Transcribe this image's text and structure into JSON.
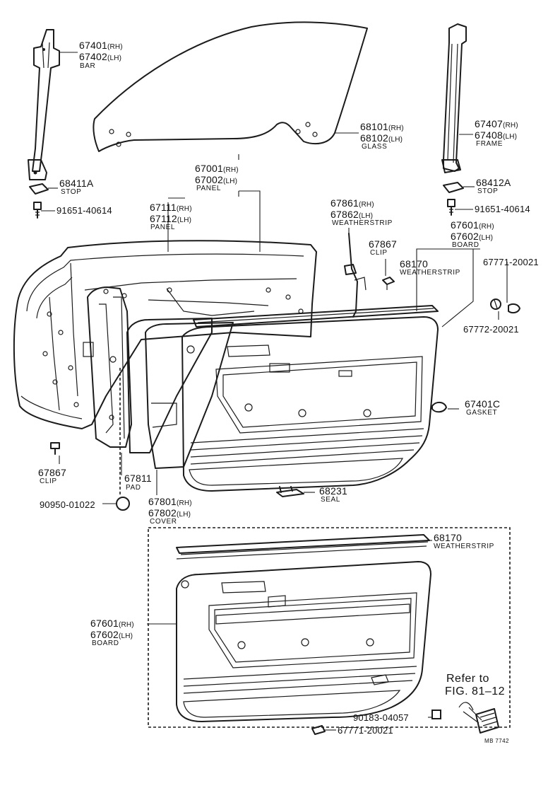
{
  "labels": {
    "bar_rh": "67401",
    "bar_rh_suffix": "(RH)",
    "bar_lh": "67402",
    "bar_lh_suffix": "(LH)",
    "bar_name": "BAR",
    "glass_rh": "68101",
    "glass_rh_suffix": "(RH)",
    "glass_lh": "68102",
    "glass_lh_suffix": "(LH)",
    "glass_name": "GLASS",
    "frame_rh": "67407",
    "frame_rh_suffix": "(RH)",
    "frame_lh": "67408",
    "frame_lh_suffix": "(LH)",
    "frame_name": "FRAME",
    "stop_left": "68411A",
    "stop_left_name": "STOP",
    "stop_right": "68412A",
    "stop_right_name": "STOP",
    "bolt_left": "91651-40614",
    "bolt_right": "91651-40614",
    "panel_outer_rh": "67001",
    "panel_outer_rh_suffix": "(RH)",
    "panel_outer_lh": "67002",
    "panel_outer_lh_suffix": "(LH)",
    "panel_outer_name": "PANEL",
    "panel_inner_rh": "67111",
    "panel_inner_rh_suffix": "(RH)",
    "panel_inner_lh": "67112",
    "panel_inner_lh_suffix": "(LH)",
    "panel_inner_name": "PANEL",
    "ws_rh": "67861",
    "ws_rh_suffix": "(RH)",
    "ws_lh": "67862",
    "ws_lh_suffix": "(LH)",
    "ws_name": "WEATHERSTRIP",
    "clip_top": "67867",
    "clip_top_name": "CLIP",
    "board_rh": "67601",
    "board_rh_suffix": "(RH)",
    "board_lh": "67602",
    "board_lh_suffix": "(LH)",
    "board_name": "BOARD",
    "ws_belt": "68170",
    "ws_belt_name": "WEATHERSTRIP",
    "fastener_a": "67771-20021",
    "fastener_b": "67772-20021",
    "gasket": "67401C",
    "gasket_name": "GASKET",
    "clip_left": "67867",
    "clip_left_name": "CLIP",
    "pad": "67811",
    "pad_name": "PAD",
    "plug": "90950-01022",
    "cover_rh": "67801",
    "cover_rh_suffix": "(RH)",
    "cover_lh": "67802",
    "cover_lh_suffix": "(LH)",
    "cover_name": "COVER",
    "seal": "68231",
    "seal_name": "SEAL",
    "ws_belt2": "68170",
    "ws_belt2_name": "WEATHERSTRIP",
    "board2_rh": "67601",
    "board2_rh_suffix": "(RH)",
    "board2_lh": "67602",
    "board2_lh_suffix": "(LH)",
    "board2_name": "BOARD",
    "refer_line1": "Refer to",
    "refer_line2": "FIG. 81–12",
    "screw": "90183-04057",
    "fastener_c": "67771-20021",
    "drawing_code": "MB 7742"
  }
}
